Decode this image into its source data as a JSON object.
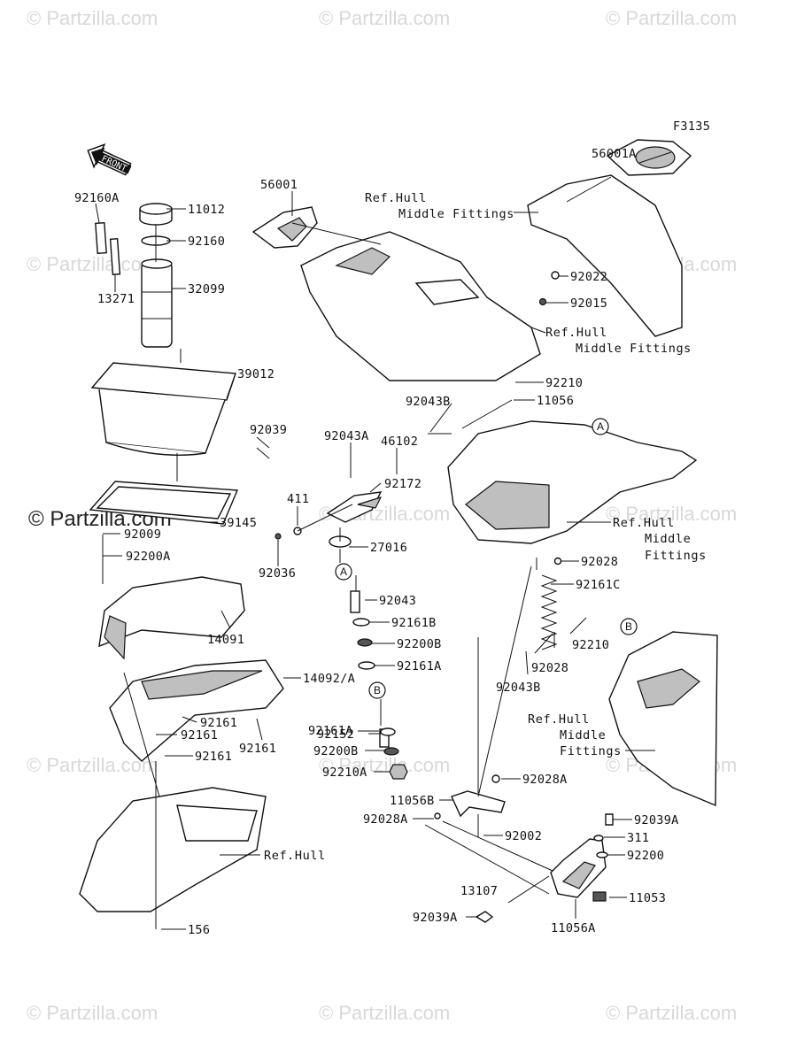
{
  "figure_code": "F3135",
  "front_arrow_label": "FRONT",
  "watermark_text": "© Partzilla.com",
  "watermark_center": "© Partzilla.com",
  "parts": [
    "56001A",
    "56001",
    "92160A",
    "11012",
    "92160",
    "13271",
    "32099",
    "92022",
    "92015",
    "39012",
    "92039",
    "92043B",
    "92210",
    "11056",
    "92043A",
    "46102",
    "92172",
    "411",
    "39145",
    "92009",
    "92200A",
    "92036",
    "27016",
    "92028",
    "92161C",
    "92043",
    "92161B",
    "14091",
    "92200B",
    "92161A",
    "92210",
    "92028",
    "92043B",
    "14092/A",
    "92152",
    "92161",
    "92161",
    "92161A",
    "92161",
    "92161",
    "92200B",
    "92210A",
    "92028A",
    "11056B",
    "92028A",
    "92002",
    "92039A",
    "311",
    "92200",
    "13107",
    "11053",
    "92039A",
    "11056A",
    "156"
  ],
  "refs": {
    "hull_top": [
      "Ref.Hull",
      "Middle Fittings"
    ],
    "hull_right": [
      "Ref.Hull",
      "Middle Fittings"
    ],
    "hull_mid": [
      "Ref.Hull",
      "Middle",
      "Fittings"
    ],
    "hull_b": [
      "Ref.Hull",
      "Middle",
      "Fittings"
    ],
    "hull_bottom": "Ref.Hull"
  },
  "callouts": [
    "A",
    "A",
    "B",
    "B"
  ]
}
